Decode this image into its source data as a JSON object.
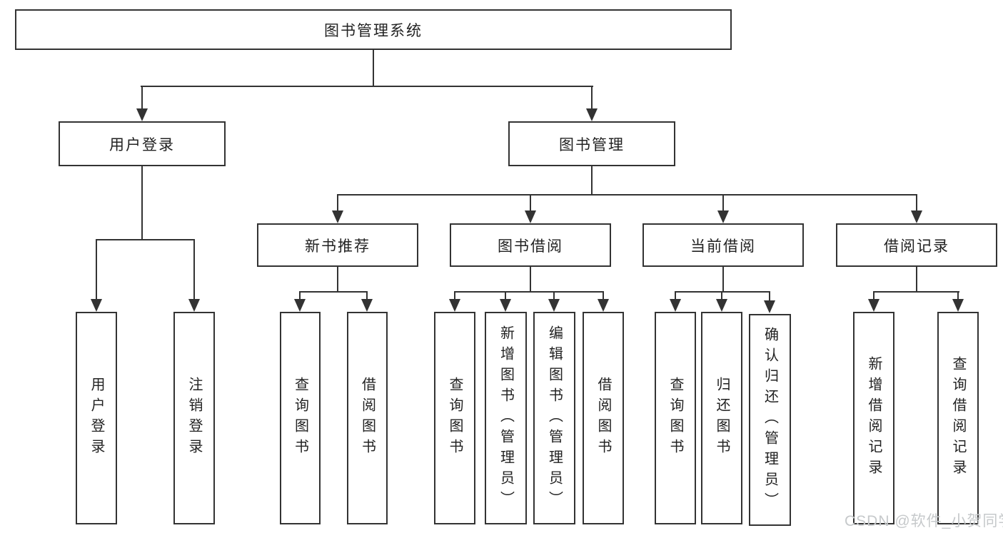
{
  "diagram": {
    "title": "图书管理系统",
    "level2": {
      "user_login": "用户登录",
      "book_mgmt": "图书管理"
    },
    "level3": {
      "new_books": "新书推荐",
      "book_borrow": "图书借阅",
      "current_borrow": "当前借阅",
      "borrow_records": "借阅记录"
    },
    "leaves": {
      "user_login": [
        "用户登录",
        "注销登录"
      ],
      "new_books": [
        "查询图书",
        "借阅图书"
      ],
      "book_borrow": [
        "查询图书",
        "新增图书（管理员）",
        "编辑图书（管理员）",
        "借阅图书"
      ],
      "current_borrow": [
        "查询图书",
        "归还图书",
        "确认归还（管理员）"
      ],
      "borrow_records": [
        "新增借阅记录",
        "查询借阅记录"
      ]
    }
  },
  "watermark": "CSDN @软件_小贺同学",
  "colors": {
    "line": "#333333",
    "text": "#222222",
    "watermark": "#c6c9cb",
    "background": "#ffffff"
  }
}
